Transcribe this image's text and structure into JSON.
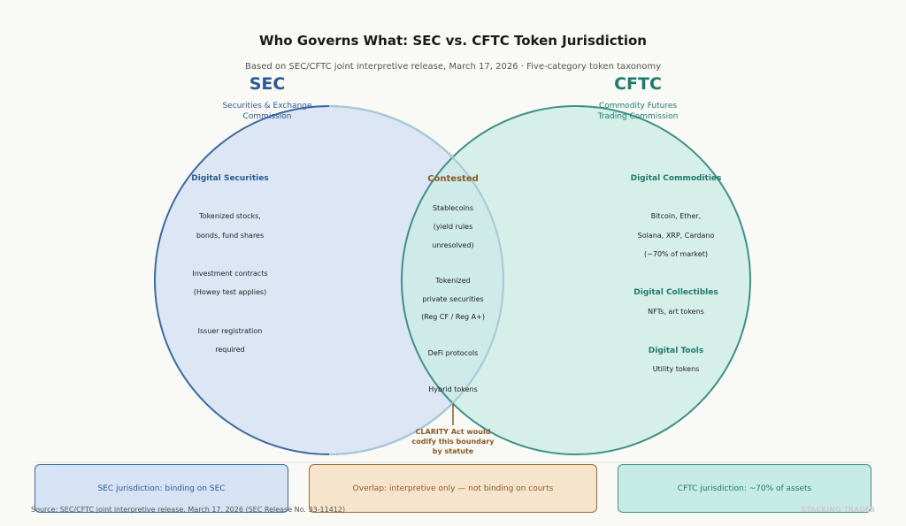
{
  "title": "Who Governs What: SEC vs. CFTC Token Jurisdiction",
  "subtitle": "Based on SEC/CFTC joint interpretive release, March 17, 2026  ·  Five-category token taxonomy",
  "colors": {
    "sec": "#2a5a94",
    "cftc": "#1f7a6e",
    "contested": "#8a5a24"
  },
  "sec": {
    "abbr": "SEC",
    "name_line1": "Securities & Exchange",
    "name_line2": "Commission",
    "category": "Digital Securities",
    "items": [
      "Tokenized stocks,",
      "bonds, fund shares",
      "Investment contracts",
      "(Howey test applies)",
      "Issuer registration",
      "required"
    ]
  },
  "cftc": {
    "abbr": "CFTC",
    "name_line1": "Commodity Futures",
    "name_line2": "Trading Commission",
    "category1": "Digital Commodities",
    "items1": [
      "Bitcoin, Ether,",
      "Solana, XRP, Cardano",
      "(~70% of market)"
    ],
    "category2": "Digital Collectibles",
    "items2": [
      "NFTs, art tokens"
    ],
    "category3": "Digital Tools",
    "items3": [
      "Utility tokens"
    ]
  },
  "contested": {
    "label": "Contested",
    "items": [
      "Stablecoins",
      "(yield rules",
      "unresolved)",
      "Tokenized",
      "private securities",
      "(Reg CF / Reg A+)",
      "DeFi protocols",
      "Hybrid tokens"
    ],
    "annotation": [
      "CLARITY Act would",
      "codify this boundary",
      "by statute"
    ]
  },
  "legend": {
    "sec": "SEC jurisdiction: binding on SEC",
    "overlap": "Overlap: interpretive only — not binding on courts",
    "cftc": "CFTC jurisdiction: ~70% of assets"
  },
  "source": "Source: SEC/CFTC joint interpretive release, March 17, 2026 (SEC Release No. 33-11412)",
  "watermark": "STACKING TRADES"
}
